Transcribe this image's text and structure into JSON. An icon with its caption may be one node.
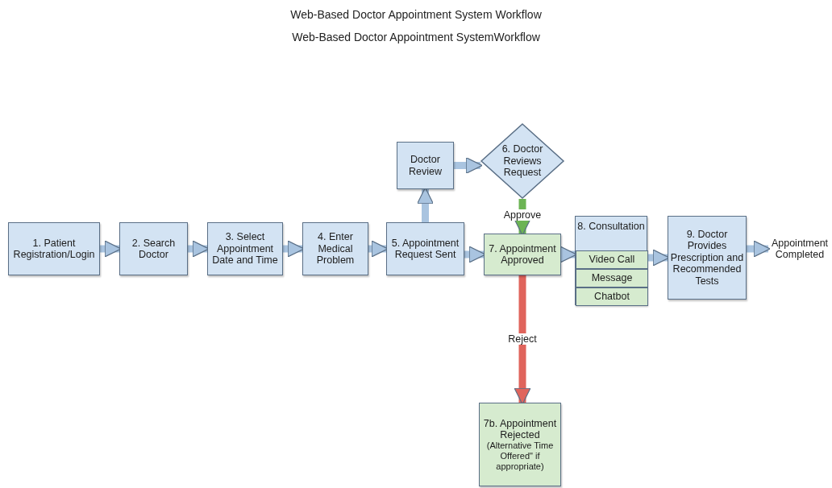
{
  "diagram": {
    "title": "Web-Based Doctor Appointment System Workflow",
    "nodes": [
      {
        "text": [
          "1. Patient Registration/Login"
        ]
      },
      {
        "text": [
          "2. Search Doctor"
        ]
      },
      {
        "text": [
          "3. Select Appointment Date and Time"
        ]
      },
      {
        "text": [
          "4. Enter Medical Problem"
        ]
      },
      {
        "text": [
          "5. Appointment Request Sent"
        ]
      },
      {
        "text": [
          "Doctor Review"
        ]
      },
      {
        "text": [
          "6. Doctor Reviews Request"
        ]
      },
      {
        "text": [
          "7. Appointment Approved"
        ]
      },
      {
        "text": [
          "8. Consultation"
        ]
      },
      {
        "text": [
          "Video Call"
        ],
        "in": 8
      },
      {
        "text": [
          "Message"
        ],
        "in": 8
      },
      {
        "text": [
          "Chatbot"
        ],
        "in": 8
      },
      {
        "text": [
          "9. Doctor Provides Prescription and Recommended Tests"
        ]
      },
      {
        "text": [
          "Appointment Completed"
        ]
      },
      {
        "text": [
          "7b. Appointment Rejected",
          "(Alternative Time Offered\" if appropriate)"
        ]
      }
    ],
    "edges": [
      {
        "from": 0,
        "to": 1,
        "arrow": "to"
      },
      {
        "from": 1,
        "to": 2,
        "arrow": "to"
      },
      {
        "from": 2,
        "to": 3,
        "arrow": "to"
      },
      {
        "from": 3,
        "to": 4,
        "arrow": "to"
      },
      {
        "from": 4,
        "to": 5,
        "arrow": "to"
      },
      {
        "from": 5,
        "to": 6,
        "arrow": "to"
      },
      {
        "from": 6,
        "to": 7,
        "arrow": "to",
        "label": "Approve",
        "color": "#6cb454"
      },
      {
        "from": 4,
        "to": 7,
        "arrow": "to"
      },
      {
        "from": 7,
        "to": 8,
        "arrow": "to"
      },
      {
        "from": 8,
        "to": 12,
        "arrow": "to"
      },
      {
        "from": 12,
        "to": 13,
        "arrow": "to"
      },
      {
        "from": 7,
        "to": 14,
        "arrow": "to",
        "label": "Reject",
        "color": "#e0645c"
      }
    ],
    "labels": [
      "Web-Based Doctor Appointment SystemWorkflow"
    ]
  }
}
